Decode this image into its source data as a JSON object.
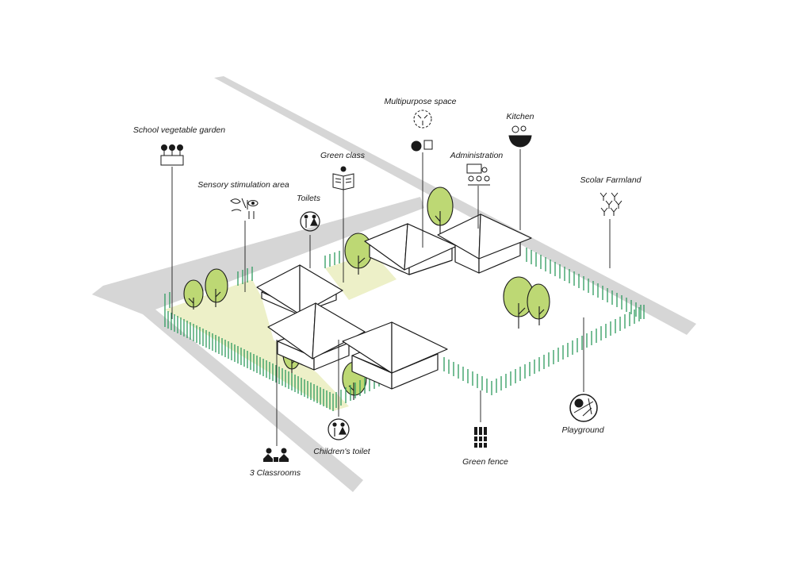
{
  "labels": {
    "multipurpose": "Multipurpose space",
    "kitchen": "Kitchen",
    "school_garden": "School vegetable garden",
    "green_class": "Green class",
    "administration": "Administration",
    "sensory": "Sensory stimulation area",
    "toilets": "Toilets",
    "scolar_farmland": "Scolar Farmland",
    "classrooms": "3 Classrooms",
    "childrens_toilet": "Children's toilet",
    "green_fence": "Green fence",
    "playground": "Playground"
  },
  "colors": {
    "road": "#d6d6d6",
    "yard": "#edf0c8",
    "tree": "#bdd874",
    "fence": "#2e9a5e",
    "line": "#1a1a1a"
  },
  "icons": {
    "multipurpose": "multipurpose-icon",
    "kitchen": "kitchen-bowl-icon",
    "school_garden": "flower-planter-icon",
    "green_class": "open-book-icon",
    "administration": "presentation-board-icon",
    "sensory": "senses-icon",
    "toilets": "toilet-people-icon",
    "scolar_farmland": "sprouts-icon",
    "classrooms": "children-playing-icon",
    "childrens_toilet": "toilet-people-icon",
    "green_fence": "bamboo-fence-icon",
    "playground": "playground-icon"
  }
}
